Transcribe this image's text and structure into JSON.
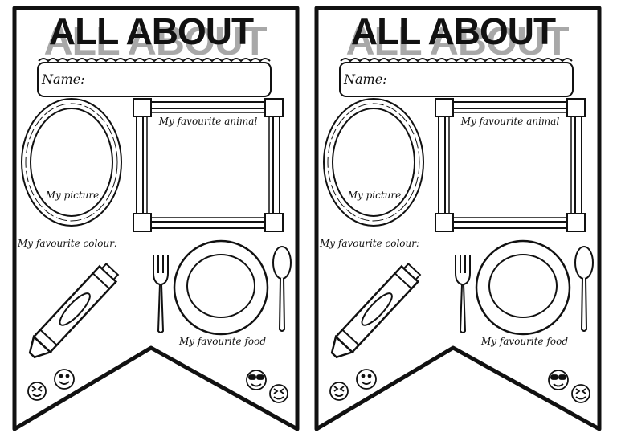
{
  "banners": [
    {
      "title": "ALL ABOUT",
      "name_label": "Name:",
      "picture_label": "My picture",
      "animal_label": "My favourite animal",
      "colour_label": "My favourite colour:",
      "food_label": "My favourite food",
      "icons": [
        "winking-face-icon",
        "smiley-face-icon",
        "sunglasses-face-icon",
        "laughing-face-icon"
      ]
    },
    {
      "title": "ALL ABOUT",
      "name_label": "Name:",
      "picture_label": "My picture",
      "animal_label": "My favourite animal",
      "colour_label": "My favourite colour:",
      "food_label": "My favourite food",
      "icons": [
        "winking-face-icon",
        "smiley-face-icon",
        "sunglasses-face-icon",
        "laughing-face-icon"
      ]
    }
  ],
  "colors": {
    "ink": "#111111",
    "shadow_text": "#9a9a9a",
    "paper": "#ffffff"
  }
}
